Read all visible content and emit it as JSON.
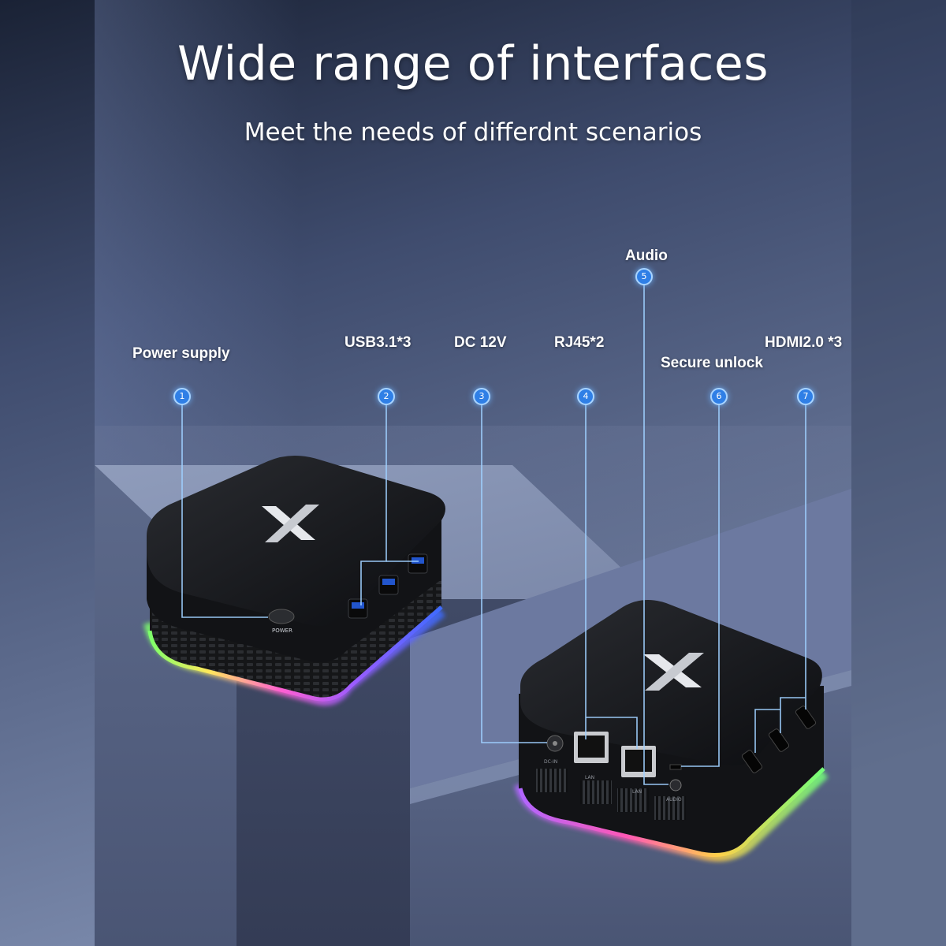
{
  "headline": {
    "title": "Wide range of interfaces",
    "subtitle": "Meet the needs of differdnt scenarios"
  },
  "callouts": [
    {
      "number": "1",
      "label": "Power supply"
    },
    {
      "number": "2",
      "label": "USB3.1*3"
    },
    {
      "number": "3",
      "label": "DC 12V"
    },
    {
      "number": "4",
      "label": "RJ45*2"
    },
    {
      "number": "5",
      "label": "Audio"
    },
    {
      "number": "6",
      "label": "Secure unlock"
    },
    {
      "number": "7",
      "label": "HDMI2.0 *3"
    }
  ],
  "device": {
    "logo_icon": "x-logo-icon",
    "power_button_text": "POWER",
    "port_labels": [
      "DC-IN",
      "LAN",
      "LAN",
      "AUDIO"
    ]
  },
  "colors": {
    "background_top": "#1c2438",
    "background_bottom": "#7f8eb0",
    "callout_blue": "#2f7fe6",
    "callout_line": "#9fd0ff",
    "device_black": "#111214"
  }
}
